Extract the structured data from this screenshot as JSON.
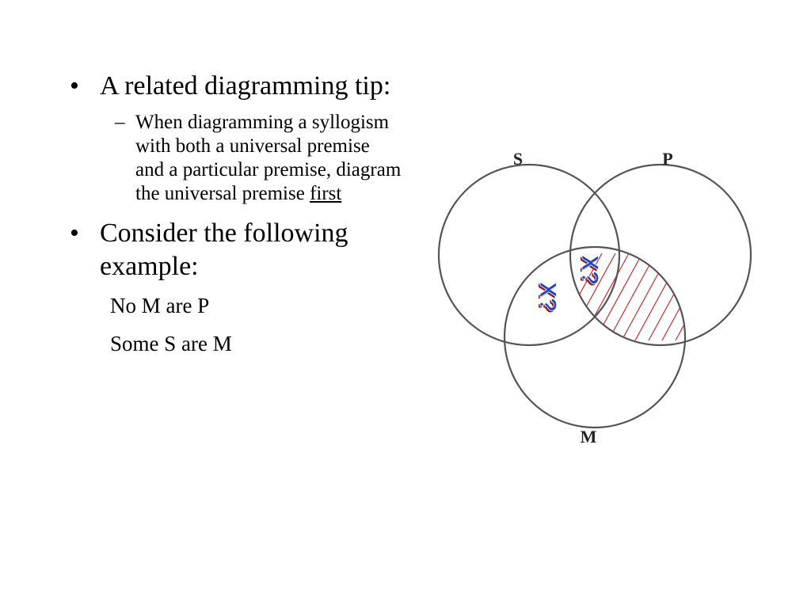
{
  "bullets": {
    "b1": {
      "marker": "•",
      "text": "A related diagramming tip:"
    },
    "sub1": {
      "marker": "–",
      "text": "When diagramming a syllogism with both a universal premise and a particular premise, diagram the universal premise ",
      "emphasis": "first"
    },
    "b2": {
      "marker": "•",
      "text": "Consider the following example:"
    }
  },
  "premises": [
    "No M are P",
    "Some S are M"
  ],
  "diagram": {
    "labels": {
      "s": "S",
      "p": "P",
      "m": "M"
    },
    "marks": [
      "X?",
      "X?"
    ],
    "colors": {
      "circle": "#555555",
      "hatch": "#c0302a",
      "mark_fill": "#1f43c8",
      "mark_shadow": "#8b1a1a"
    }
  }
}
